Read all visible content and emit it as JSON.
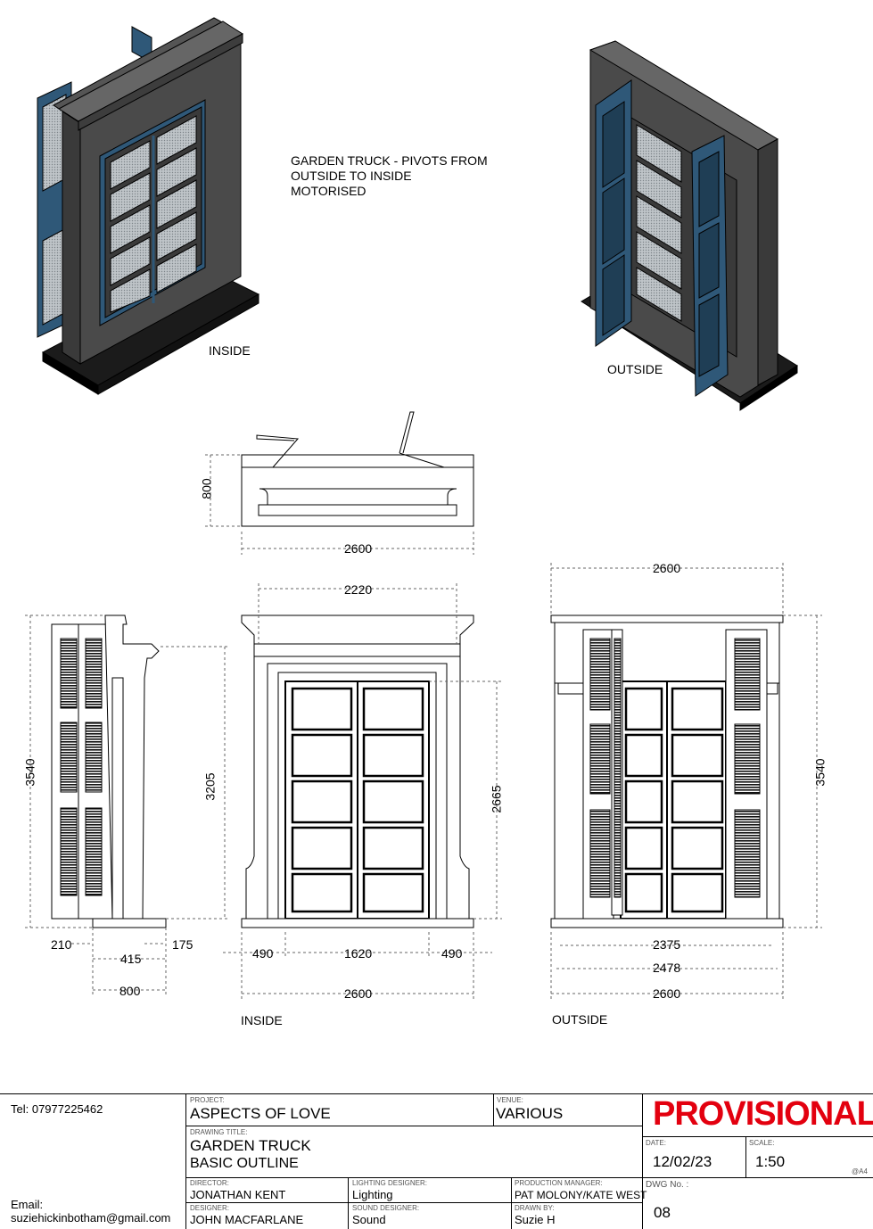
{
  "note": "GARDEN TRUCK - PIVOTS FROM\nOUTSIDE TO INSIDE\nMOTORISED",
  "views": {
    "inside_iso": "INSIDE",
    "outside_iso": "OUTSIDE",
    "inside_elev": "INSIDE",
    "outside_elev": "OUTSIDE"
  },
  "dimensions": {
    "plan_depth": "800",
    "plan_width": "2600",
    "side_height": "3540",
    "side_inner_height": "3205",
    "side_210": "210",
    "side_175": "175",
    "side_415": "415",
    "side_800": "800",
    "front_top": "2220",
    "front_door_height": "2665",
    "front_left": "490",
    "front_mid": "1620",
    "front_right": "490",
    "front_total": "2600",
    "back_top": "2600",
    "back_height": "3540",
    "back_2375": "2375",
    "back_2478": "2478",
    "back_total": "2600"
  },
  "titleblock": {
    "tel": "Tel: 07977225462",
    "email_label": "Email:",
    "email": "suziehickinbotham@gmail.com",
    "project_cap": "PROJECT:",
    "project": "ASPECTS OF LOVE",
    "venue_cap": "VENUE:",
    "venue": "VARIOUS",
    "status": "PROVISIONAL",
    "drawing_title_cap": "DRAWING TITLE:",
    "drawing_title_1": "GARDEN TRUCK",
    "drawing_title_2": "BASIC OUTLINE",
    "date_cap": "DATE:",
    "date": "12/02/23",
    "scale_cap": "SCALE:",
    "scale": "1:50",
    "paper": "@A4",
    "director_cap": "DIRECTOR:",
    "director": "JONATHAN KENT",
    "lighting_cap": "LIGHTING DESIGNER:",
    "lighting": "Lighting",
    "pm_cap": "PRODUCTION MANAGER:",
    "pm": "PAT MOLONY/KATE WEST",
    "dwg_cap": "DWG No. :",
    "dwg": "08",
    "designer_cap": "DESIGNER:",
    "designer": "JOHN MACFARLANE",
    "sound_cap": "SOUND DESIGNER:",
    "sound": "Sound",
    "drawn_cap": "DRAWN BY:",
    "drawn": "Suzie H"
  },
  "colors": {
    "shutter": "#2f5878",
    "frame": "#4a4a4a",
    "status": "#e3000f"
  }
}
